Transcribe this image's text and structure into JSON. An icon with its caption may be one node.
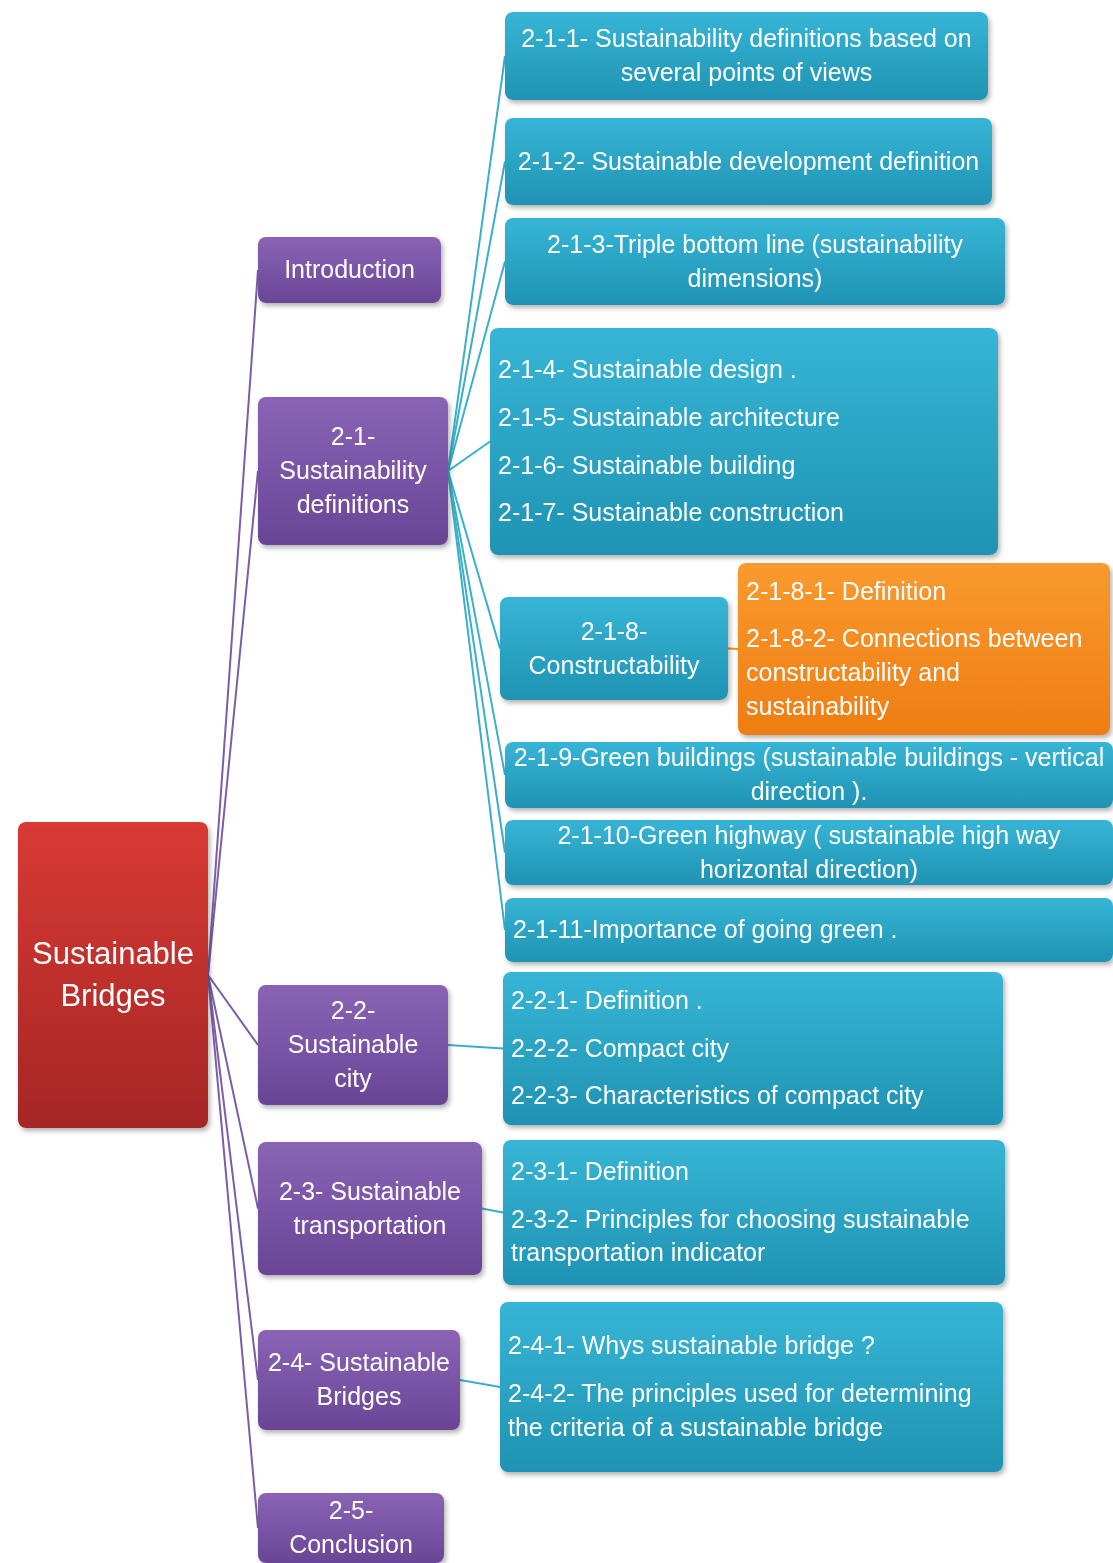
{
  "diagram": {
    "nodes": [
      {
        "text": [
          "Sustainable Bridges"
        ]
      },
      {
        "text": [
          "Introduction"
        ]
      },
      {
        "text": [
          "2-1- Sustainability definitions"
        ]
      },
      {
        "text": [
          "2-2- Sustainable city"
        ]
      },
      {
        "text": [
          "2-3- Sustainable transportation"
        ]
      },
      {
        "text": [
          "2-4- Sustainable Bridges"
        ]
      },
      {
        "text": [
          "2-5- Conclusion"
        ]
      },
      {
        "text": [
          "2-1-1- Sustainability definitions based on several points of views"
        ]
      },
      {
        "text": [
          "2-1-2- Sustainable development definition"
        ]
      },
      {
        "text": [
          "2-1-3-Triple bottom line (sustainability dimensions)"
        ]
      },
      {
        "text": [
          "2-1-4- Sustainable design .",
          "2-1-5- Sustainable architecture",
          "2-1-6- Sustainable building",
          "2-1-7- Sustainable construction"
        ]
      },
      {
        "text": [
          "2-1-8- Constructability"
        ]
      },
      {
        "text": [
          "2-1-8-1- Definition",
          "2-1-8-2- Connections between constructability and sustainability"
        ]
      },
      {
        "text": [
          "2-1-9-Green buildings (sustainable buildings - vertical direction )."
        ]
      },
      {
        "text": [
          "2-1-10-Green highway ( sustainable high way horizontal  direction)"
        ]
      },
      {
        "text": [
          "2-1-11-Importance of going green ."
        ]
      },
      {
        "text": [
          "2-2-1- Definition .",
          "2-2-2- Compact city",
          "2-2-3- Characteristics of compact city"
        ]
      },
      {
        "text": [
          "2-3-1- Definition",
          "2-3-2- Principles for choosing sustainable transportation indicator"
        ]
      },
      {
        "text": [
          "2-4-1- Whys sustainable bridge ?",
          "2-4-2- The principles used for determining the criteria of a sustainable bridge"
        ]
      }
    ],
    "edges": [
      {
        "from": 0,
        "to": 1,
        "arrow": "none",
        "color": "#7b5ea7"
      },
      {
        "from": 0,
        "to": 2,
        "arrow": "none",
        "color": "#7b5ea7"
      },
      {
        "from": 0,
        "to": 3,
        "arrow": "none",
        "color": "#7b5ea7"
      },
      {
        "from": 0,
        "to": 4,
        "arrow": "none",
        "color": "#7b5ea7"
      },
      {
        "from": 0,
        "to": 5,
        "arrow": "none",
        "color": "#7b5ea7"
      },
      {
        "from": 0,
        "to": 6,
        "arrow": "none",
        "color": "#7b5ea7"
      },
      {
        "from": 2,
        "to": 7,
        "arrow": "none"
      },
      {
        "from": 2,
        "to": 8,
        "arrow": "none"
      },
      {
        "from": 2,
        "to": 9,
        "arrow": "none"
      },
      {
        "from": 2,
        "to": 10,
        "arrow": "none"
      },
      {
        "from": 2,
        "to": 11,
        "arrow": "none"
      },
      {
        "from": 2,
        "to": 13,
        "arrow": "none"
      },
      {
        "from": 2,
        "to": 14,
        "arrow": "none"
      },
      {
        "from": 2,
        "to": 15,
        "arrow": "none"
      },
      {
        "from": 11,
        "to": 12,
        "arrow": "none",
        "color": "#f7941d"
      },
      {
        "from": 3,
        "to": 16,
        "arrow": "none"
      },
      {
        "from": 4,
        "to": 17,
        "arrow": "none"
      },
      {
        "from": 5,
        "to": 18,
        "arrow": "none"
      }
    ]
  }
}
